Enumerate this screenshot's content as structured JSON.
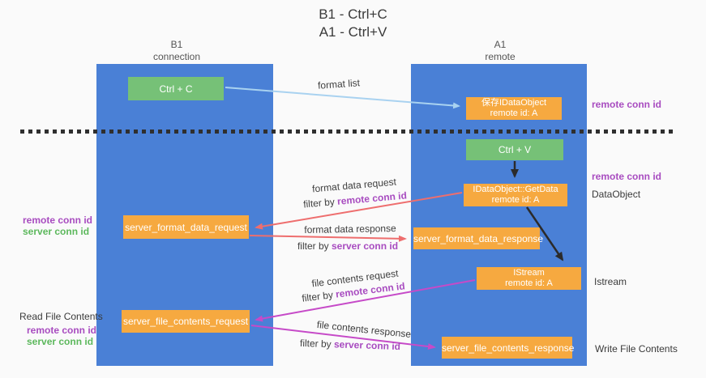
{
  "title": {
    "line1": "B1 - Ctrl+C",
    "line2": "A1 - Ctrl+V"
  },
  "lanes": {
    "left": {
      "name": "B1",
      "subtitle": "connection"
    },
    "right": {
      "name": "A1",
      "subtitle": "remote"
    }
  },
  "nodes": {
    "ctrl_c": "Ctrl + C",
    "save_idataobject_line1": "保存IDataObject",
    "save_idataobject_line2": "remote id: A",
    "ctrl_v": "Ctrl + V",
    "getdata_line1": "IDataObject::GetData",
    "getdata_line2": "remote id: A",
    "server_format_data_request": "server_format_data_request",
    "server_format_data_response": "server_format_data_response",
    "istream_line1": "IStream",
    "istream_line2": "remote id: A",
    "server_file_contents_request": "server_file_contents_request",
    "server_file_contents_response": "server_file_contents_response"
  },
  "labels": {
    "format_list": "format list",
    "remote_conn_id": "remote conn id",
    "server_conn_id": "server conn id",
    "dataobject": "DataObject",
    "istream": "Istream",
    "read_file_contents": "Read File Contents",
    "write_file_contents": "Write File Contents",
    "format_data_request": "format data request",
    "format_data_response": "format data response",
    "file_contents_request": "file contents request",
    "file_contents_response": "file contents response",
    "filter_by": "filter by "
  },
  "colors": {
    "lane_blue": "#4a80d6",
    "node_green": "#76c177",
    "node_orange": "#f6a940",
    "arrow_lightblue": "#a9d2f0",
    "arrow_red": "#ee6e6e",
    "arrow_magenta": "#c64ac8",
    "arrow_black": "#2b2b2b",
    "text_purple": "#a84cc0",
    "text_green": "#5cb85c"
  }
}
